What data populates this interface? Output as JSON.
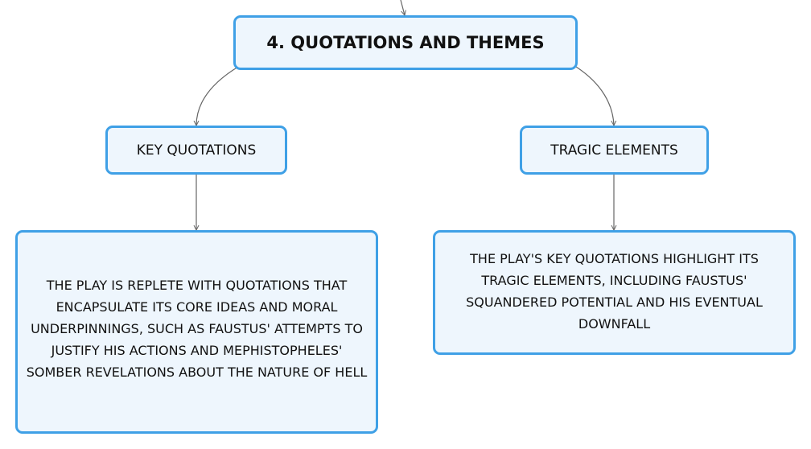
{
  "nodes": {
    "root": "4. QUOTATIONS AND THEMES",
    "key_quotations": "KEY QUOTATIONS",
    "tragic_elements": "TRAGIC ELEMENTS",
    "key_quotations_detail": "THE PLAY IS REPLETE WITH QUOTATIONS THAT ENCAPSULATE ITS CORE IDEAS AND MORAL UNDERPINNINGS, SUCH AS FAUSTUS' ATTEMPTS TO JUSTIFY HIS ACTIONS AND MEPHISTOPHELES' SOMBER REVELATIONS ABOUT THE NATURE OF HELL",
    "tragic_elements_detail": "THE PLAY'S KEY QUOTATIONS HIGHLIGHT ITS TRAGIC ELEMENTS, INCLUDING FAUSTUS' SQUANDERED POTENTIAL AND HIS EVENTUAL DOWNFALL"
  },
  "colors": {
    "node_border": "#3fa0e6",
    "node_fill": "#eef6fd",
    "connector": "#666666",
    "text": "#111111"
  }
}
